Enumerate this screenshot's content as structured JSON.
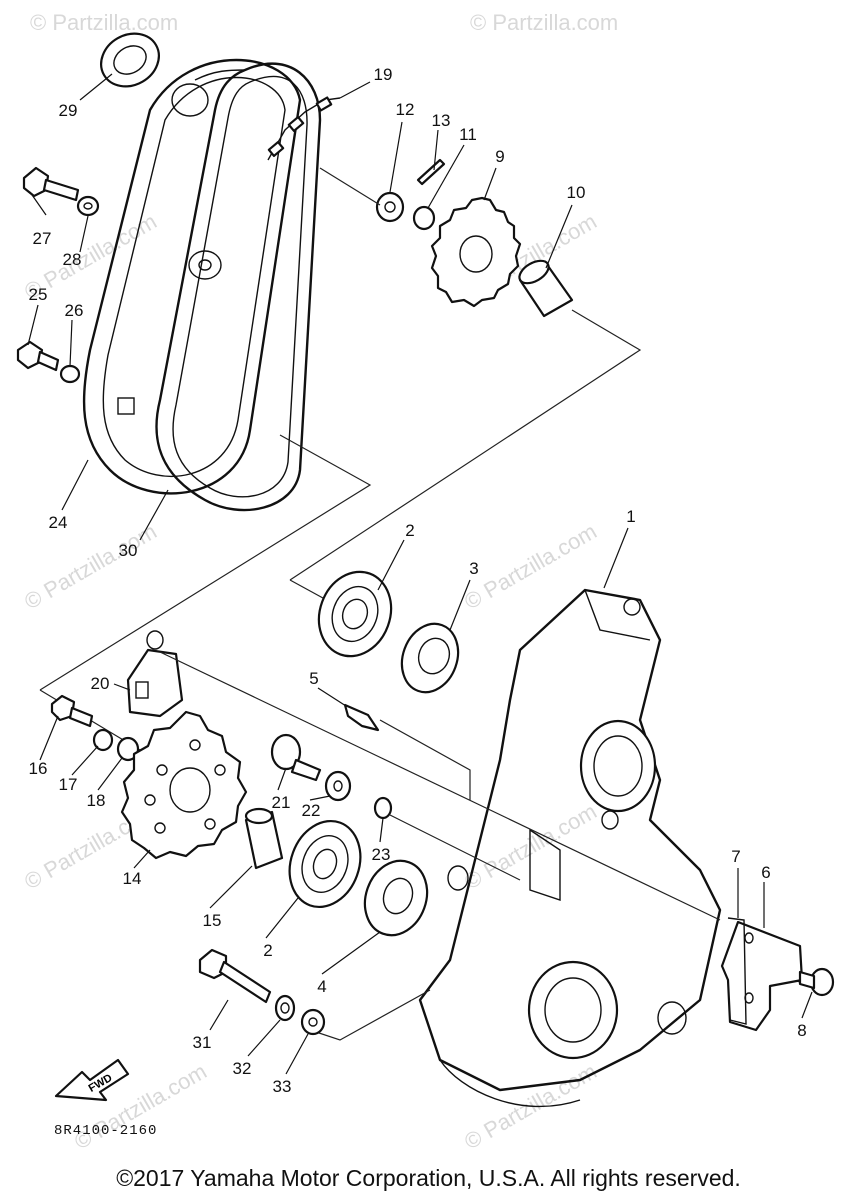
{
  "diagram": {
    "part_labels": [
      "29",
      "19",
      "12",
      "13",
      "11",
      "9",
      "10",
      "27",
      "28",
      "25",
      "26",
      "24",
      "30",
      "2",
      "3",
      "1",
      "20",
      "5",
      "16",
      "17",
      "18",
      "14",
      "21",
      "22",
      "23",
      "15",
      "2",
      "4",
      "7",
      "6",
      "8",
      "31",
      "32",
      "33"
    ],
    "watermark_text": "© Partzilla.com",
    "fwd_label": "FWD",
    "drawing_number": "8R4100-2160",
    "copyright": "©2017  Yamaha Motor Corporation, U.S.A. All rights reserved."
  }
}
